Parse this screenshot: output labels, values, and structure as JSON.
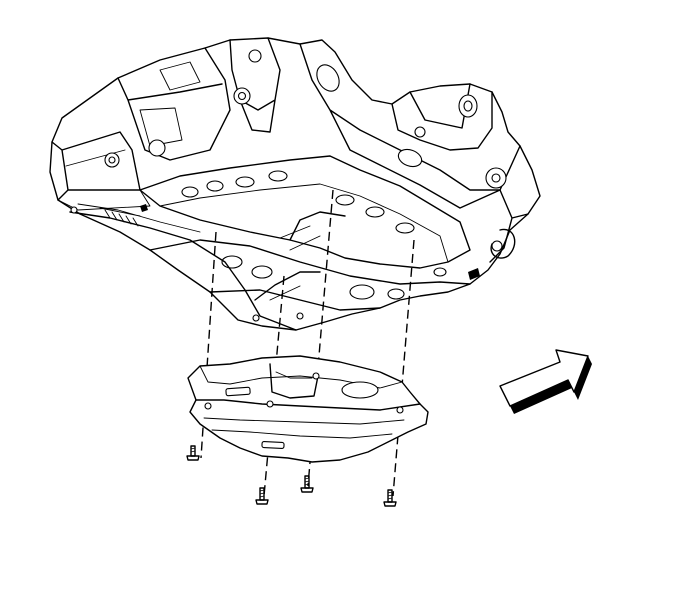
{
  "diagram": {
    "parts": [
      "subframe",
      "underbody-shield",
      "bolt",
      "bolt",
      "bolt",
      "bolt"
    ],
    "view_direction_arrow": "front-arrow-icon",
    "colors": {
      "line": "#000000",
      "background": "#ffffff"
    }
  }
}
